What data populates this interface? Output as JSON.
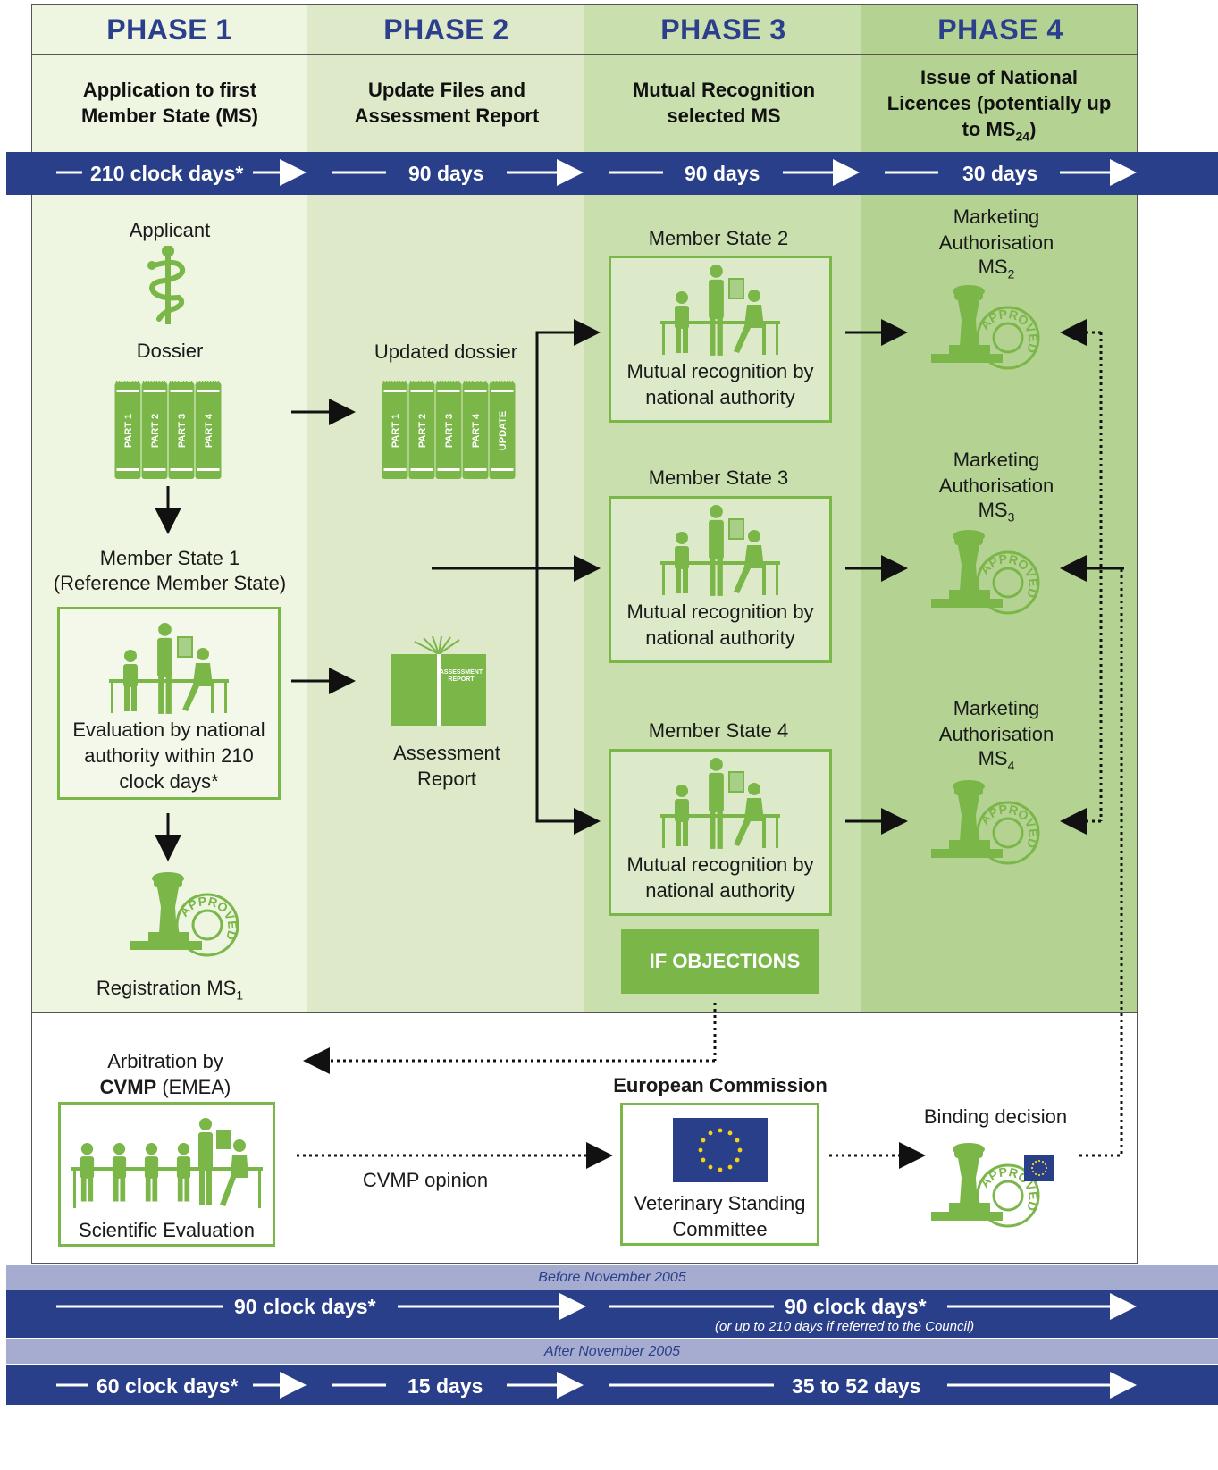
{
  "phases": [
    {
      "title": "PHASE 1",
      "subtitle": "Application to first Member State (MS)",
      "duration": "210 clock days*"
    },
    {
      "title": "PHASE 2",
      "subtitle": "Update Files and Assessment Report",
      "duration": "90 days"
    },
    {
      "title": "PHASE 3",
      "subtitle": "Mutual Recognition selected MS",
      "duration": "90 days"
    },
    {
      "title": "PHASE 4",
      "subtitle": "Issue of National Licences (potentially up to MS",
      "subtitle_sub": "24",
      "subtitle_end": ")",
      "duration": "30 days"
    }
  ],
  "phase1": {
    "applicant": "Applicant",
    "dossier": "Dossier",
    "dossier_parts": [
      "PART 1",
      "PART 2",
      "PART 3",
      "PART 4"
    ],
    "ms1_line1": "Member State 1",
    "ms1_line2": "(Reference Member State)",
    "evaluation": "Evaluation by national authority within 210 clock days*",
    "registration": "Registration MS",
    "registration_sub": "1"
  },
  "phase2": {
    "updated_dossier": "Updated dossier",
    "updated_parts": [
      "PART 1",
      "PART 2",
      "PART 3",
      "PART 4",
      "UPDATE"
    ],
    "book_label": "ASSESSMENT REPORT",
    "assessment_report": "Assessment Report"
  },
  "phase3": {
    "member_states": [
      "Member State 2",
      "Member State 3",
      "Member State 4"
    ],
    "mutual_recognition": "Mutual recognition by national authority",
    "if_objections": "IF OBJECTIONS"
  },
  "phase4": {
    "marketing_auth": "Marketing Authorisation",
    "ms_prefix": "MS",
    "ms_subs": [
      "2",
      "3",
      "4"
    ],
    "stamp_text": "APPROVED"
  },
  "arbitration": {
    "title_part1": "Arbitration by",
    "cvmp": "CVMP",
    "emea": "(EMEA)",
    "scientific_evaluation": "Scientific Evaluation",
    "cvmp_opinion": "CVMP opinion",
    "european_commission": "European Commission",
    "vet_committee": "Veterinary Standing Committee",
    "binding_decision": "Binding decision"
  },
  "timeline": {
    "before_label": "Before November 2005",
    "before_left": "90 clock days*",
    "before_right": "90 clock days*",
    "before_note": "(or up to 210 days if referred to the Council)",
    "after_label": "After November 2005",
    "after_1": "60 clock days*",
    "after_2": "15 days",
    "after_3": "35 to 52 days"
  },
  "colors": {
    "navy": "#2a3f8a",
    "green": "#7ab648",
    "col1": "#eef5e1",
    "col2": "#dde9c8",
    "col3": "#c9dfae",
    "col4": "#b4d393",
    "lavender": "#a6acd0"
  }
}
